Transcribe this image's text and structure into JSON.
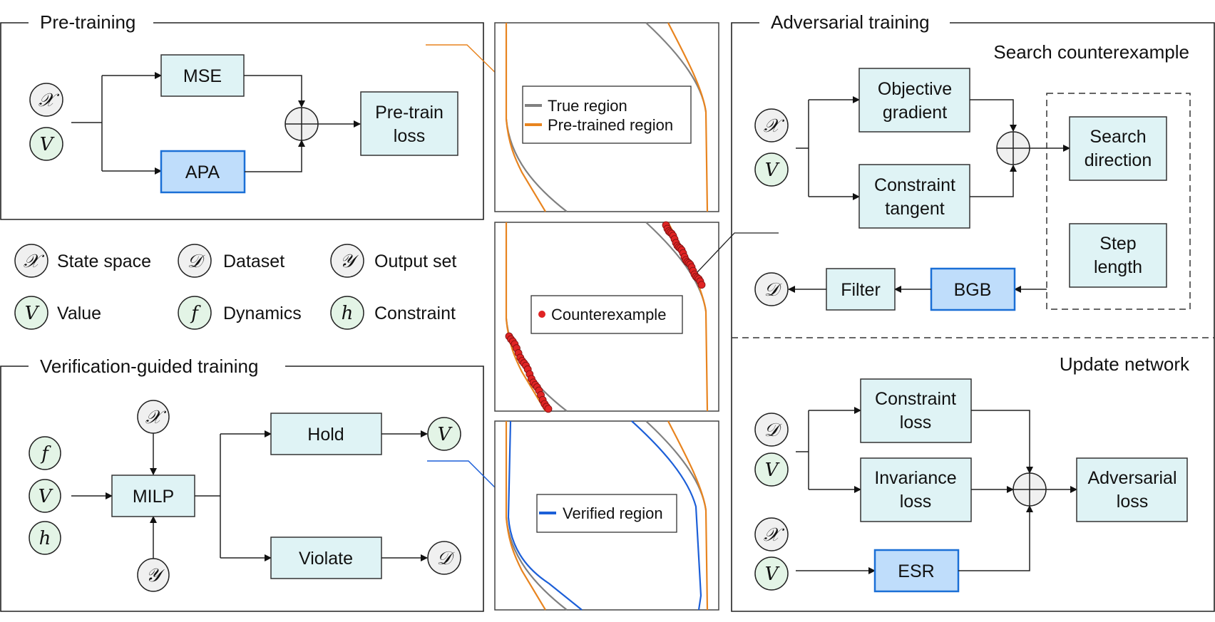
{
  "sections": {
    "pretraining": {
      "title": "Pre-training",
      "inputs": [
        "𝒳",
        "V"
      ],
      "mse": "MSE",
      "apa": "APA",
      "output": [
        "Pre-train",
        "loss"
      ]
    },
    "legend": {
      "items": [
        {
          "symbol": "𝒳",
          "label": "State space",
          "style": "grey"
        },
        {
          "symbol": "𝒟",
          "label": "Dataset",
          "style": "grey"
        },
        {
          "symbol": "𝒴",
          "label": "Output set",
          "style": "grey"
        },
        {
          "symbol": "V",
          "label": "Value",
          "style": "green"
        },
        {
          "symbol": "f",
          "label": "Dynamics",
          "style": "green"
        },
        {
          "symbol": "h",
          "label": "Constraint",
          "style": "green"
        }
      ]
    },
    "verification": {
      "title": "Verification-guided training",
      "inputs": [
        "f",
        "V",
        "h"
      ],
      "top_input": "𝒳",
      "bottom_input": "𝒴",
      "milp": "MILP",
      "hold": "Hold",
      "violate": "Violate",
      "hold_output": "V",
      "violate_output": "𝒟"
    },
    "adversarial": {
      "title": "Adversarial training",
      "search": {
        "title": "Search counterexample",
        "inputs": [
          "𝒳",
          "V"
        ],
        "objective": [
          "Objective",
          "gradient"
        ],
        "constraint": [
          "Constraint",
          "tangent"
        ],
        "direction": [
          "Search",
          "direction"
        ],
        "step": [
          "Step",
          "length"
        ],
        "bgb": "BGB",
        "filter": "Filter",
        "output": "𝒟"
      },
      "update": {
        "title": "Update network",
        "inputs_top": [
          "𝒟",
          "V"
        ],
        "inputs_bottom": [
          "𝒳",
          "V"
        ],
        "constraint_loss": [
          "Constraint",
          "loss"
        ],
        "invariance_loss": [
          "Invariance",
          "loss"
        ],
        "esr": "ESR",
        "output": [
          "Adversarial",
          "loss"
        ]
      }
    },
    "plots": {
      "colors": {
        "true": "#808080",
        "pretrained": "#e8841f",
        "verified": "#1c5fd8",
        "counterexample": "#e02424"
      },
      "plot1_legend": [
        "True region",
        "Pre-trained region"
      ],
      "plot2_legend": [
        "Counterexample"
      ],
      "plot3_legend": [
        "Verified region"
      ]
    }
  }
}
